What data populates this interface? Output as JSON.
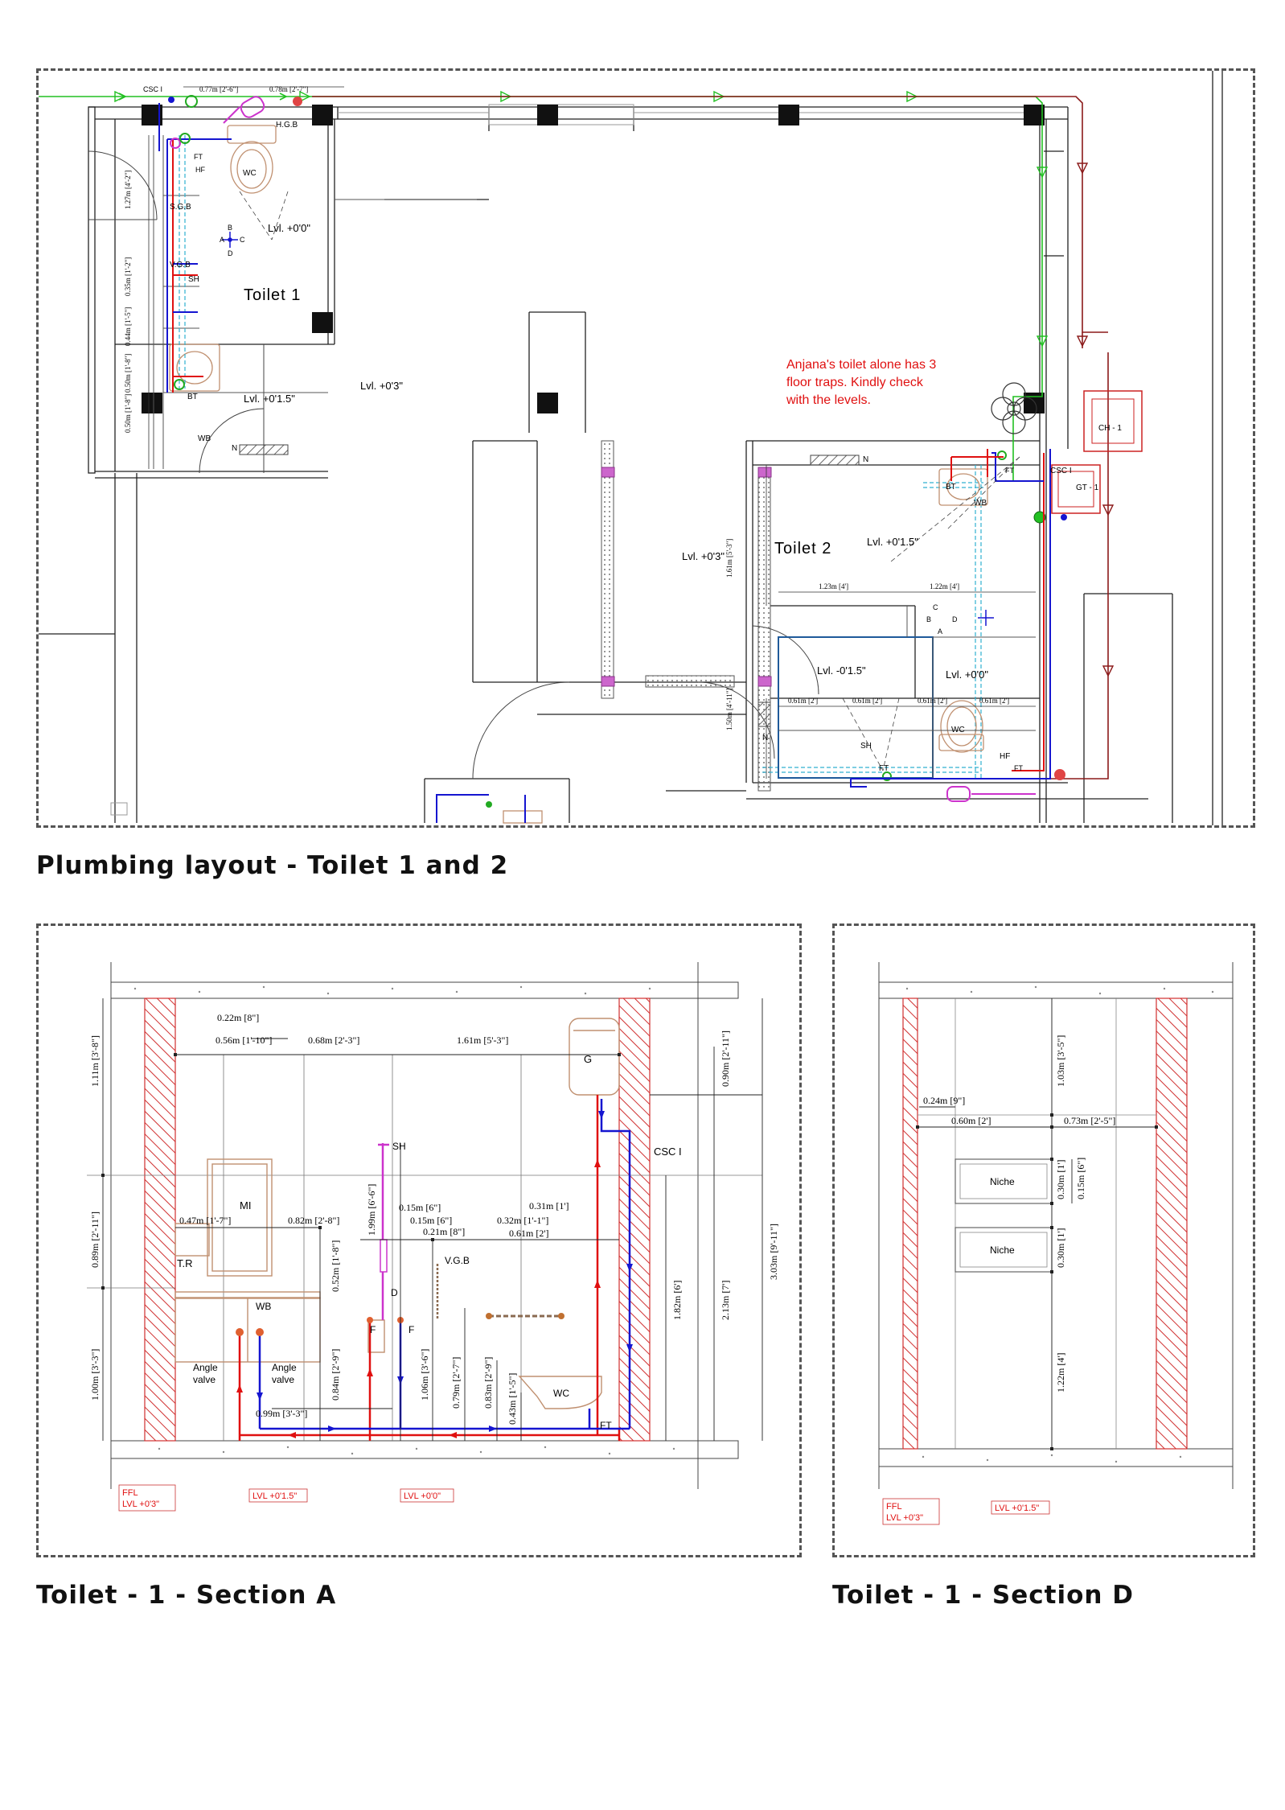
{
  "captions": {
    "plan": "Plumbing layout - Toilet 1 and 2",
    "section_a": "Toilet - 1 - Section A",
    "section_d": "Toilet - 1 - Section D"
  },
  "colors": {
    "hot_water": "#e01010",
    "cold_water": "#1515d0",
    "supply_green": "#22c022",
    "drain_maroon": "#8b1a1a",
    "vent_cyan": "#30b0d0",
    "fixture_tan": "#c09070",
    "hatch_red": "#d03030",
    "note_red": "#e01010"
  },
  "plan": {
    "toilet1_label": "Toilet 1",
    "toilet2_label": "Toilet 2",
    "note": [
      "Anjana's toilet alone has 3",
      "floor traps.  Kindly  check",
      "with the levels."
    ],
    "levels": {
      "t1_floor": "Lvl. +0'0\"",
      "t1_shower": "Lvl. +0'1.5\"",
      "corridor": "Lvl. +0'3\"",
      "t2_outside": "Lvl. +0'3\"",
      "t2_upper": "Lvl. +0'1.5\"",
      "t2_lower_left": "Lvl. -0'1.5\"",
      "t2_lower_right": "Lvl. +0'0\""
    },
    "fixtures": {
      "wc": "WC",
      "bt": "BT",
      "wb": "WB",
      "hgb": "H.G.B",
      "sgb": "S.G.B",
      "vgb": "V.G.B",
      "sh": "SH",
      "ft": "FT",
      "hf": "HF",
      "n": "N",
      "csc": "CSC I",
      "ch1": "CH - 1",
      "gt1": "GT - 1",
      "dir_a": "A",
      "dir_b": "B",
      "dir_c": "C",
      "dir_d": "D"
    },
    "dims": {
      "top1": "0.77m [2'-6\"]",
      "top2": "0.78m [2'-7\"]",
      "v1": "1.27m [4'-2\"]",
      "v2": "0.35m [1'-2\"]",
      "v3": "0.44m [1'-5\"]",
      "v4": "0.50m [1'-8\"]",
      "v5": "0.50m [1'-8\"]",
      "t2_h1": "1.23m [4']",
      "t2_h2": "1.22m [4']",
      "t2_v1": "1.61m [5'-3\"]",
      "t2_v2": "1.50m [4'-11\"]",
      "t2_s1": "0.61m [2']",
      "t2_s2": "0.61m [2']",
      "t2_s3": "0.61m [2']",
      "t2_s4": "0.61m [2']"
    }
  },
  "section_a": {
    "labels": {
      "g": "G",
      "sh": "SH",
      "mi": "MI",
      "tr": "T.R",
      "wb": "WB",
      "angle_valve_1": "Angle",
      "angle_valve_1b": "valve",
      "angle_valve_2": "Angle",
      "angle_valve_2b": "valve",
      "d": "D",
      "f1": "F",
      "f2": "F",
      "vgb": "V.G.B",
      "wc": "WC",
      "ft": "FT",
      "csc": "CSC I"
    },
    "dims": {
      "d1": "0.22m [8\"]",
      "d2": "0.56m [1'-10\"]",
      "d3": "0.68m [2'-3\"]",
      "d4": "1.61m [5'-3\"]",
      "d5": "0.90m [2'-11\"]",
      "d6": "1.11m [3'-8\"]",
      "d7": "0.89m [2'-11\"]",
      "d8": "1.00m [3'-3\"]",
      "d9": "0.47m [1'-7\"]",
      "d10": "0.82m [2'-8\"]",
      "d11": "1.99m [6'-6\"]",
      "d12": "0.15m [6\"]",
      "d13": "0.15m [6\"]",
      "d14": "0.21m [8\"]",
      "d15": "0.32m [1'-1\"]",
      "d16": "0.31m [1']",
      "d17": "0.61m [2']",
      "d18": "0.52m [1'-8\"]",
      "d19": "0.84m [2'-9\"]",
      "d20": "1.06m [3'-6\"]",
      "d21": "0.79m [2'-7\"]",
      "d22": "0.83m [2'-9\"]",
      "d23": "0.43m [1'-5\"]",
      "d24": "0.99m [3'-3\"]",
      "d25": "1.82m [6']",
      "d26": "2.13m [7']",
      "d27": "3.03m [9'-11\"]"
    },
    "levels": {
      "ffl1": "FFL",
      "ffl2": "LVL +0'3\"",
      "lvl_a": "LVL +0'1.5\"",
      "lvl_b": "LVL +0'0\""
    }
  },
  "section_d": {
    "labels": {
      "niche1": "Niche",
      "niche2": "Niche"
    },
    "dims": {
      "d1": "0.24m [9\"]",
      "d2": "0.60m [2']",
      "d3": "0.73m [2'-5\"]",
      "d4": "1.03m [3'-5\"]",
      "d5": "0.30m [1']",
      "d6": "0.15m [6\"]",
      "d7": "0.30m [1']",
      "d8": "1.22m [4']"
    },
    "levels": {
      "ffl1": "FFL",
      "ffl2": "LVL +0'3\"",
      "lvl_a": "LVL +0'1.5\""
    }
  }
}
